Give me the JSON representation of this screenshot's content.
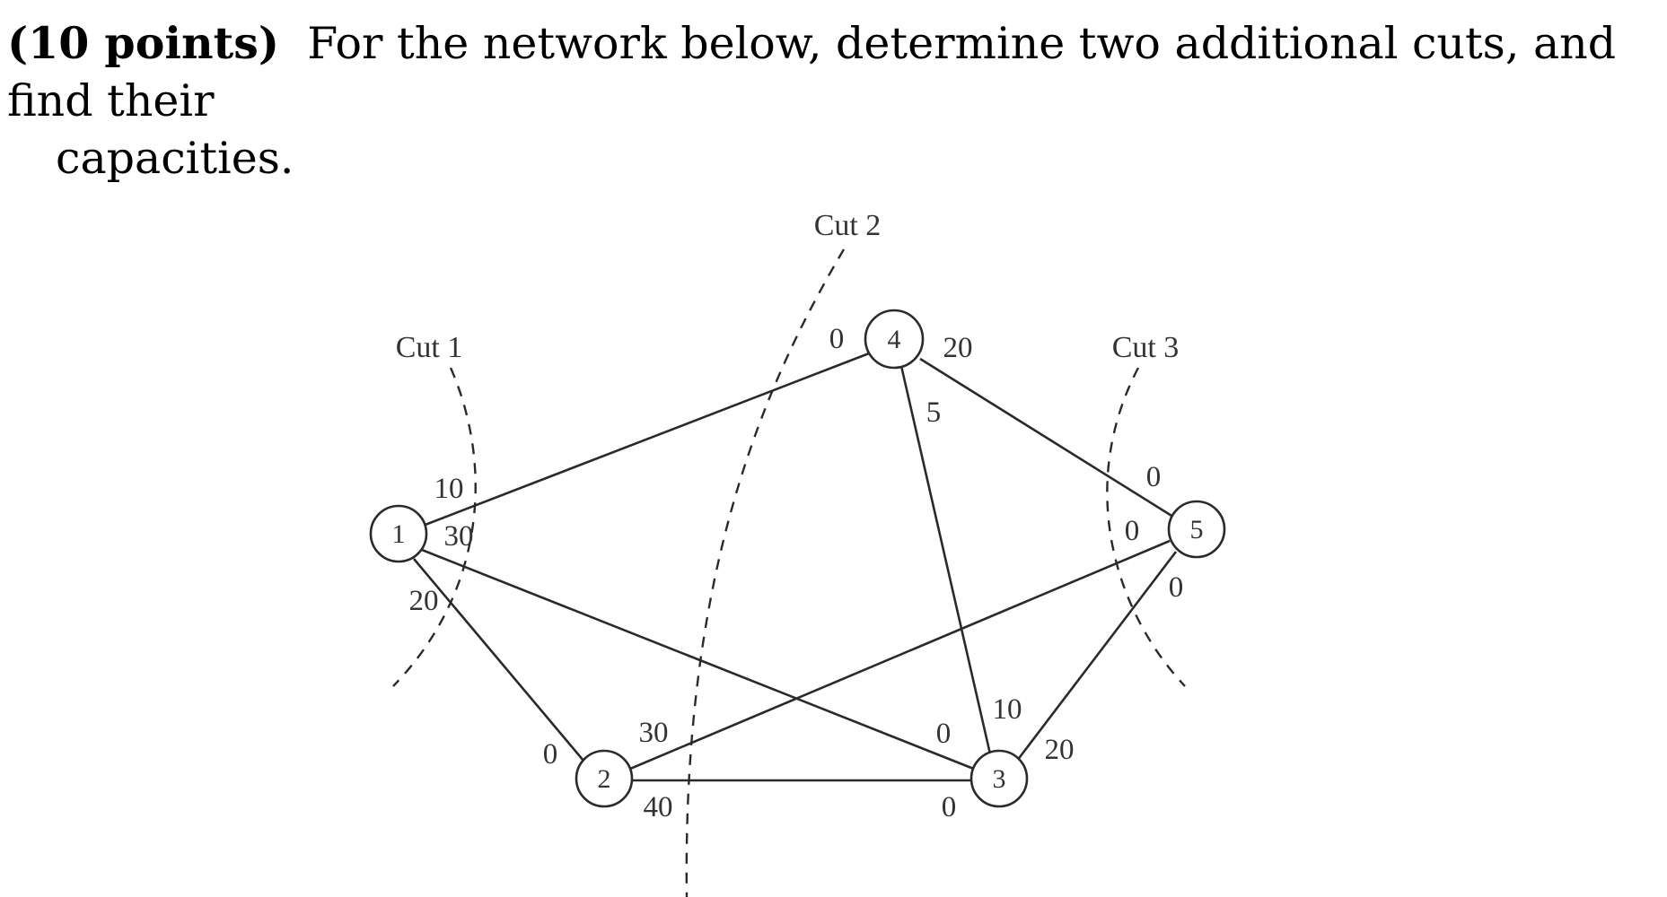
{
  "problem": {
    "points": "(10 points)",
    "line1": "For the network below, determine two additional cuts, and find their",
    "line2": "capacities."
  },
  "diagram": {
    "nodes": [
      {
        "id": "1",
        "label": "1"
      },
      {
        "id": "2",
        "label": "2"
      },
      {
        "id": "3",
        "label": "3"
      },
      {
        "id": "4",
        "label": "4"
      },
      {
        "id": "5",
        "label": "5"
      }
    ],
    "edges": [
      {
        "from": "1",
        "to": "4",
        "cap_from": "10",
        "cap_to": "0"
      },
      {
        "from": "1",
        "to": "3",
        "cap_from": "30",
        "cap_to": "0"
      },
      {
        "from": "1",
        "to": "2",
        "cap_from": "20",
        "cap_to": "0"
      },
      {
        "from": "2",
        "to": "5",
        "cap_from": "30",
        "cap_to": "0"
      },
      {
        "from": "2",
        "to": "3",
        "cap_from": "40",
        "cap_to": "0"
      },
      {
        "from": "4",
        "to": "3",
        "cap_from": "5",
        "cap_to": "10"
      },
      {
        "from": "4",
        "to": "5",
        "cap_from": "20",
        "cap_to": "0"
      },
      {
        "from": "3",
        "to": "5",
        "cap_from": "20",
        "cap_to": "0"
      }
    ],
    "cuts": [
      {
        "label": "Cut 1"
      },
      {
        "label": "Cut 2"
      },
      {
        "label": "Cut 3"
      }
    ]
  }
}
